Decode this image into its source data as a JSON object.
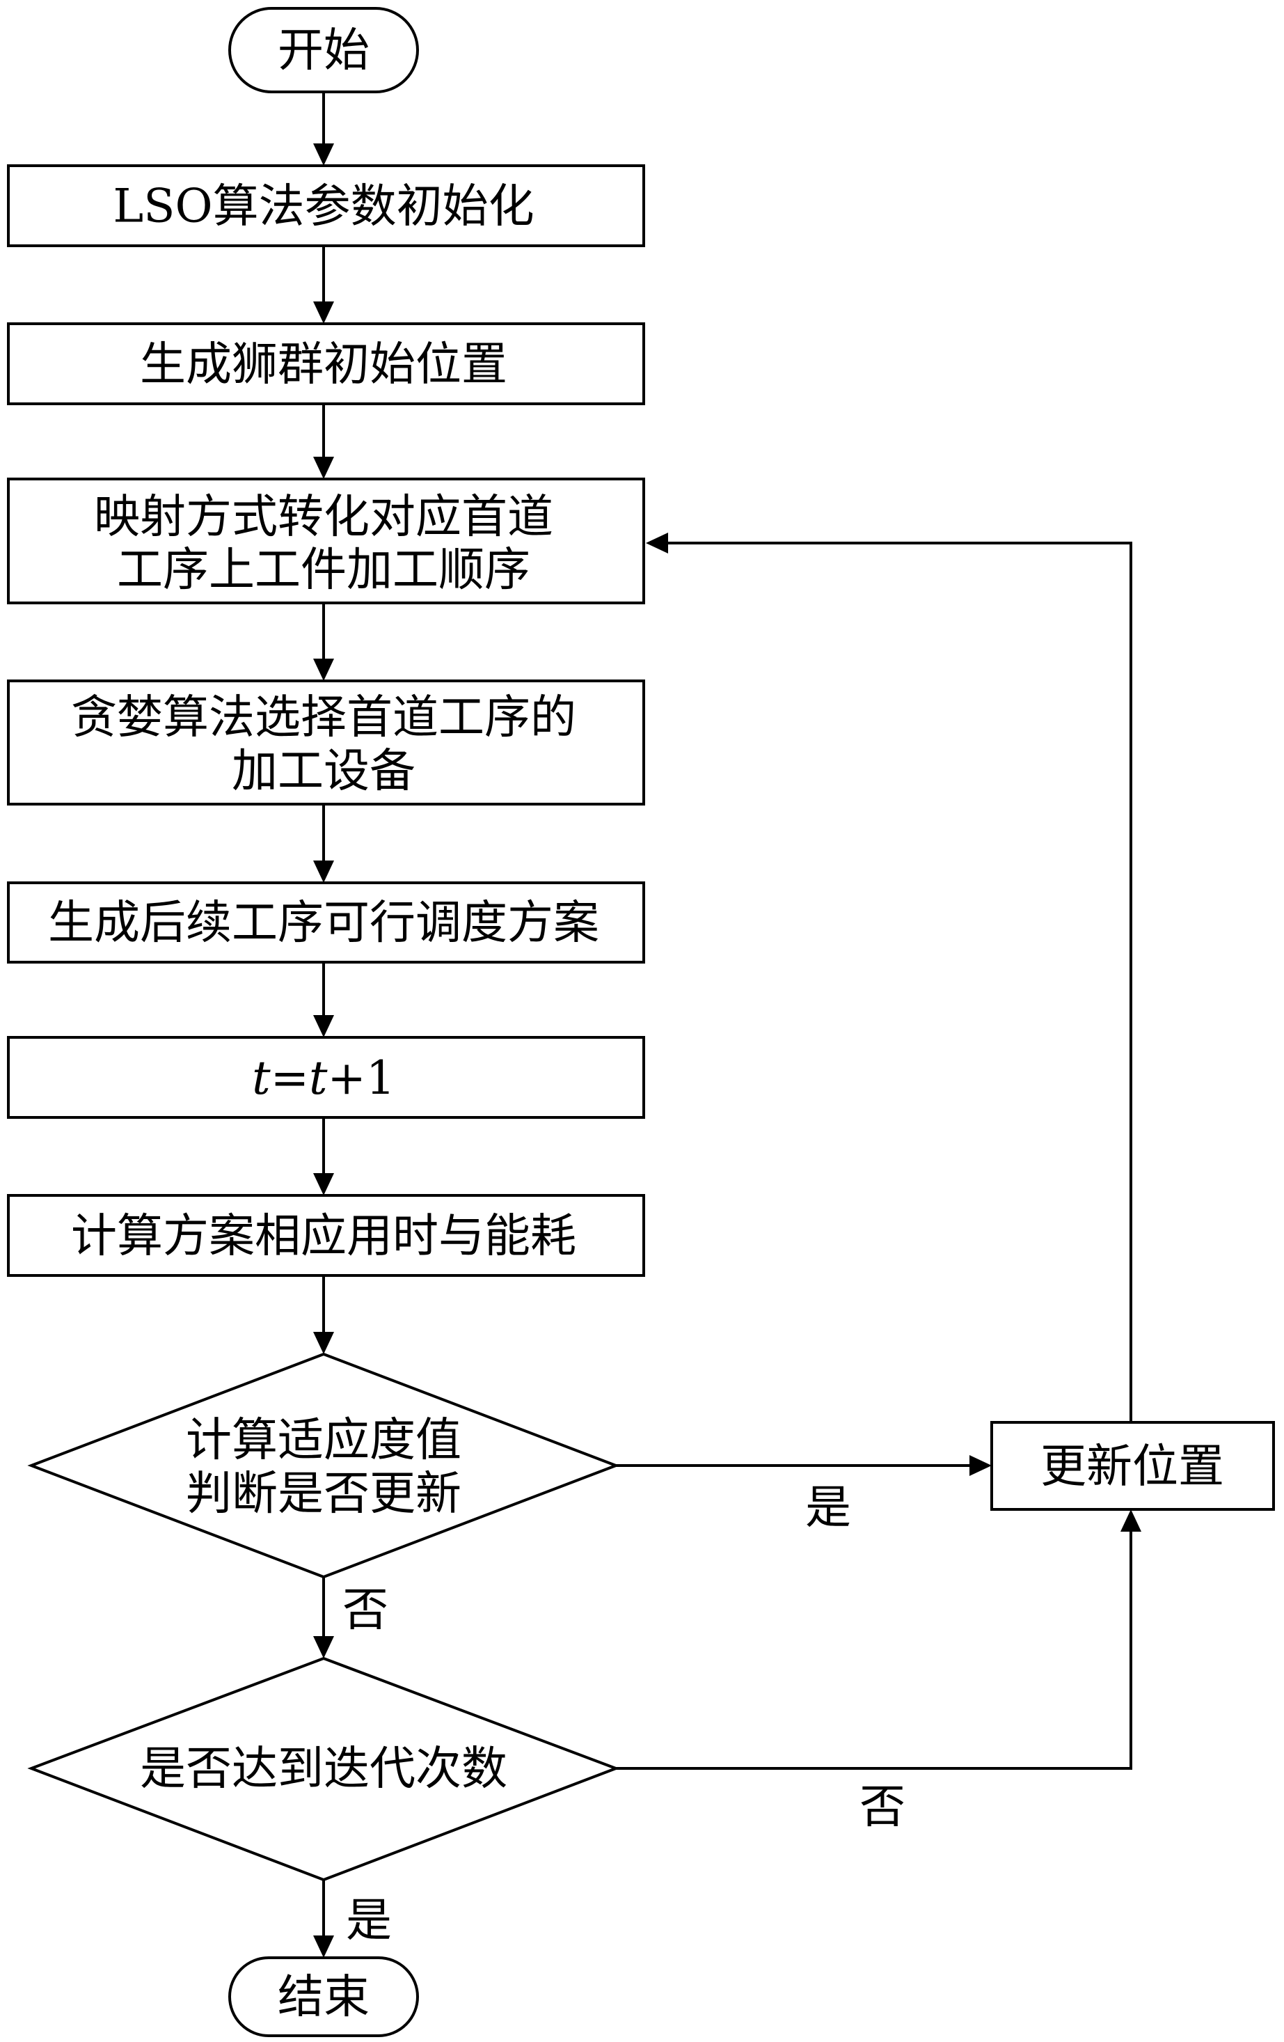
{
  "flowchart": {
    "nodes": [
      {
        "id": "start",
        "shape": "terminal",
        "lines": [
          "开始"
        ]
      },
      {
        "id": "init-params",
        "shape": "process",
        "lines": [
          "LSO算法参数初始化"
        ]
      },
      {
        "id": "init-positions",
        "shape": "process",
        "lines": [
          "生成狮群初始位置"
        ]
      },
      {
        "id": "map-order",
        "shape": "process",
        "lines": [
          "映射方式转化对应首道",
          "工序上工件加工顺序"
        ]
      },
      {
        "id": "greedy-select",
        "shape": "process",
        "lines": [
          "贪婪算法选择首道工序的",
          "加工设备"
        ]
      },
      {
        "id": "gen-schedule",
        "shape": "process",
        "lines": [
          "生成后续工序可行调度方案"
        ]
      },
      {
        "id": "increment",
        "shape": "process",
        "lines": [
          "t=t+1"
        ],
        "italic_t": true
      },
      {
        "id": "compute-time-energy",
        "shape": "process",
        "lines": [
          "计算方案相应用时与能耗"
        ]
      },
      {
        "id": "fitness-decision",
        "shape": "decision",
        "lines": [
          "计算适应度值",
          "判断是否更新"
        ]
      },
      {
        "id": "iteration-decision",
        "shape": "decision",
        "lines": [
          "是否达到迭代次数"
        ]
      },
      {
        "id": "update-position",
        "shape": "process",
        "lines": [
          "更新位置"
        ]
      },
      {
        "id": "end",
        "shape": "terminal",
        "lines": [
          "结束"
        ]
      }
    ],
    "edges": [
      {
        "from": "start",
        "to": "init-params",
        "label": ""
      },
      {
        "from": "init-params",
        "to": "init-positions",
        "label": ""
      },
      {
        "from": "init-positions",
        "to": "map-order",
        "label": ""
      },
      {
        "from": "map-order",
        "to": "greedy-select",
        "label": ""
      },
      {
        "from": "greedy-select",
        "to": "gen-schedule",
        "label": ""
      },
      {
        "from": "gen-schedule",
        "to": "increment",
        "label": ""
      },
      {
        "from": "increment",
        "to": "compute-time-energy",
        "label": ""
      },
      {
        "from": "compute-time-energy",
        "to": "fitness-decision",
        "label": ""
      },
      {
        "from": "fitness-decision",
        "to": "update-position",
        "label": "是"
      },
      {
        "from": "fitness-decision",
        "to": "iteration-decision",
        "label": "否"
      },
      {
        "from": "iteration-decision",
        "to": "update-position",
        "label": "否"
      },
      {
        "from": "iteration-decision",
        "to": "end",
        "label": "是"
      },
      {
        "from": "update-position",
        "to": "map-order",
        "label": ""
      }
    ]
  }
}
